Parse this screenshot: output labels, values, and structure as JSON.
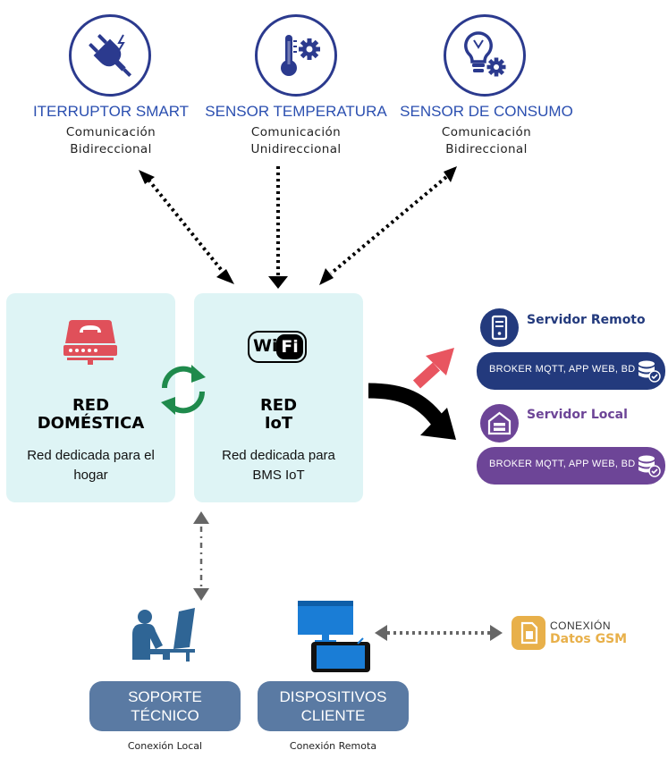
{
  "devices": [
    {
      "title": "ITERRUPTOR SMART",
      "sub1": "Comunicación",
      "sub2": "Bidireccional",
      "icon": "plug-icon"
    },
    {
      "title": "SENSOR TEMPERATURA",
      "sub1": "Comunicación",
      "sub2": "Unidireccional",
      "icon": "thermometer-gear-icon"
    },
    {
      "title": "SENSOR DE CONSUMO",
      "sub1": "Comunicación",
      "sub2": "Bidireccional",
      "icon": "bulb-gear-icon"
    }
  ],
  "networks": {
    "home": {
      "title1": "RED",
      "title2": "DOMÉSTICA",
      "desc1": "Red dedicada para el",
      "desc2": "hogar"
    },
    "iot": {
      "title1": "RED",
      "title2": "IoT",
      "desc1": "Red dedicada para",
      "desc2": "BMS IoT",
      "wifi_left": "Wi",
      "wifi_right": "Fi"
    }
  },
  "servers": [
    {
      "title": "Servidor Remoto",
      "pill": "BROKER MQTT, APP WEB, BD",
      "color": "#233a7d"
    },
    {
      "title": "Servidor Local",
      "pill": "BROKER MQTT, APP WEB, BD",
      "color": "#6d4597"
    }
  ],
  "clients": [
    {
      "label1": "SOPORTE",
      "label2": "TÉCNICO",
      "caption": "Conexión Local"
    },
    {
      "label1": "DISPOSITIVOS",
      "label2": "CLIENTE",
      "caption": "Conexión Remota"
    }
  ],
  "gsm": {
    "line1": "CONEXIÓN",
    "line2": "Datos GSM",
    "color": "#e8b04a"
  },
  "colors": {
    "navy": "#2b3a8e",
    "panel": "#def4f5",
    "router_red": "#e0505a",
    "sync_green": "#1f8a4c",
    "client_btn": "#5a7aa3"
  }
}
